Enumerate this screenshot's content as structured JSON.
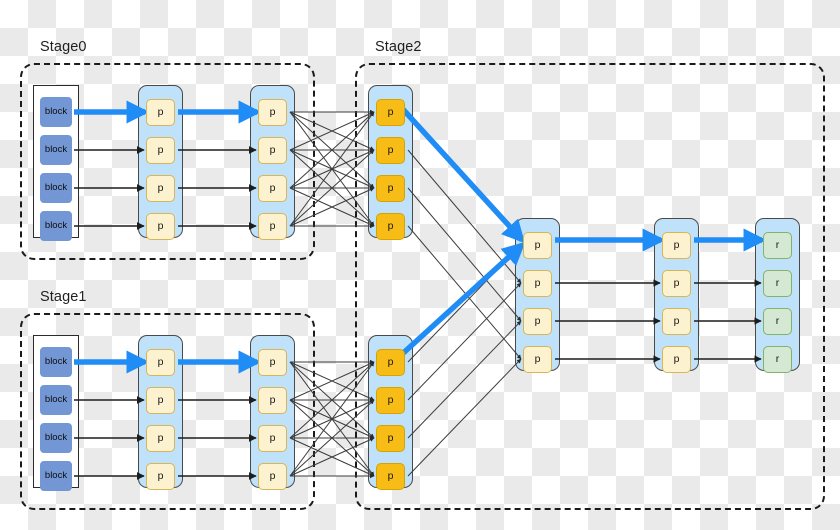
{
  "diagram": {
    "title_stages": [
      {
        "id": "stage0",
        "label": "Stage0"
      },
      {
        "id": "stage1",
        "label": "Stage1"
      },
      {
        "id": "stage2",
        "label": "Stage2"
      }
    ],
    "colors": {
      "block_fill": "#7396d4",
      "p_fill": "#fdf2cf",
      "p_border": "#d6b656",
      "p_orange_fill": "#f7bd16",
      "p_orange_border": "#d6a400",
      "r_fill": "#d5e8d4",
      "r_border": "#82b366",
      "column_fill": "#bfe2fa",
      "highlight_edge": "#1f8df5",
      "normal_edge": "#3c3c3c",
      "stage_border": "#1b1b1b"
    },
    "node_labels": {
      "block": "block",
      "p": "p",
      "r": "r"
    },
    "groups": [
      {
        "name": "stage0-blocks",
        "kind": "block",
        "stage": "Stage0",
        "nodes": [
          "block",
          "block",
          "block",
          "block"
        ]
      },
      {
        "name": "stage0-p-col1",
        "kind": "p",
        "stage": "Stage0",
        "nodes": [
          "p",
          "p",
          "p",
          "p"
        ]
      },
      {
        "name": "stage0-p-col2",
        "kind": "p",
        "stage": "Stage0",
        "nodes": [
          "p",
          "p",
          "p",
          "p"
        ]
      },
      {
        "name": "stage1-blocks",
        "kind": "block",
        "stage": "Stage1",
        "nodes": [
          "block",
          "block",
          "block",
          "block"
        ]
      },
      {
        "name": "stage1-p-col1",
        "kind": "p",
        "stage": "Stage1",
        "nodes": [
          "p",
          "p",
          "p",
          "p"
        ]
      },
      {
        "name": "stage1-p-col2",
        "kind": "p",
        "stage": "Stage1",
        "nodes": [
          "p",
          "p",
          "p",
          "p"
        ]
      },
      {
        "name": "stage2-p-upper",
        "kind": "p-orange",
        "stage": "Stage2",
        "nodes": [
          "p",
          "p",
          "p",
          "p"
        ]
      },
      {
        "name": "stage2-p-lower",
        "kind": "p-orange",
        "stage": "Stage2",
        "nodes": [
          "p",
          "p",
          "p",
          "p"
        ]
      },
      {
        "name": "stage2-p-merge",
        "kind": "p",
        "stage": "Stage2",
        "nodes": [
          "p",
          "p",
          "p",
          "p"
        ]
      },
      {
        "name": "stage2-p-final",
        "kind": "p",
        "stage": "Stage2",
        "nodes": [
          "p",
          "p",
          "p",
          "p"
        ]
      },
      {
        "name": "stage2-r-col",
        "kind": "r",
        "stage": "Stage2",
        "nodes": [
          "r",
          "r",
          "r",
          "r"
        ]
      }
    ],
    "highlighted_path": [
      "stage0-blocks[0]",
      "stage0-p-col1[0]",
      "stage0-p-col2[0]",
      "stage2-p-upper[0]",
      "stage2-p-merge[0]",
      "stage2-p-final[0]",
      "stage2-r-col[0]"
    ]
  }
}
